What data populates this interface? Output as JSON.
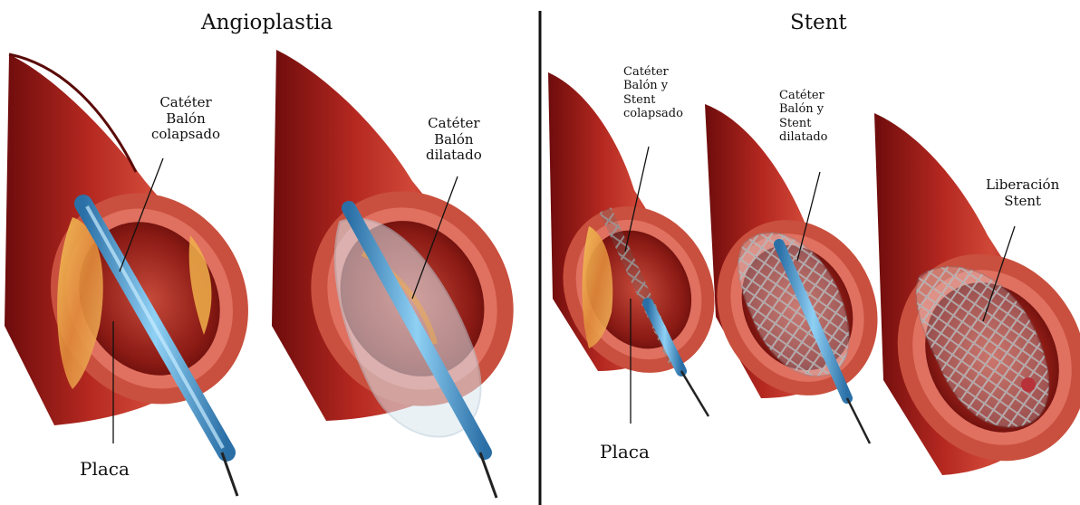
{
  "panels": [
    {
      "title": "Angioplastia"
    },
    {
      "title": "Stent"
    }
  ],
  "labels": {
    "cat_colapsado": [
      "Catéter",
      "Balón",
      "colapsado"
    ],
    "cat_dilatado": [
      "Catéter",
      "Balón",
      "dilatado"
    ],
    "placa_left": "Placa",
    "stent_colapsado": [
      "Catéter",
      "Balón y",
      "Stent",
      "colapsado"
    ],
    "stent_dilatado": [
      "Catéter",
      "Balón y",
      "Stent",
      "dilatado"
    ],
    "liberacion": [
      "Liberación",
      "Stent"
    ],
    "placa_right": "Placa"
  },
  "colors": {
    "vessel_dark": "#8e1414",
    "vessel_mid": "#b72a22",
    "vessel_light": "#d9584a",
    "wall_cut": "#e06a58",
    "plaque": "#f0b34a",
    "catheter": "#4aa3d8",
    "stent": "#9aa0a6"
  }
}
